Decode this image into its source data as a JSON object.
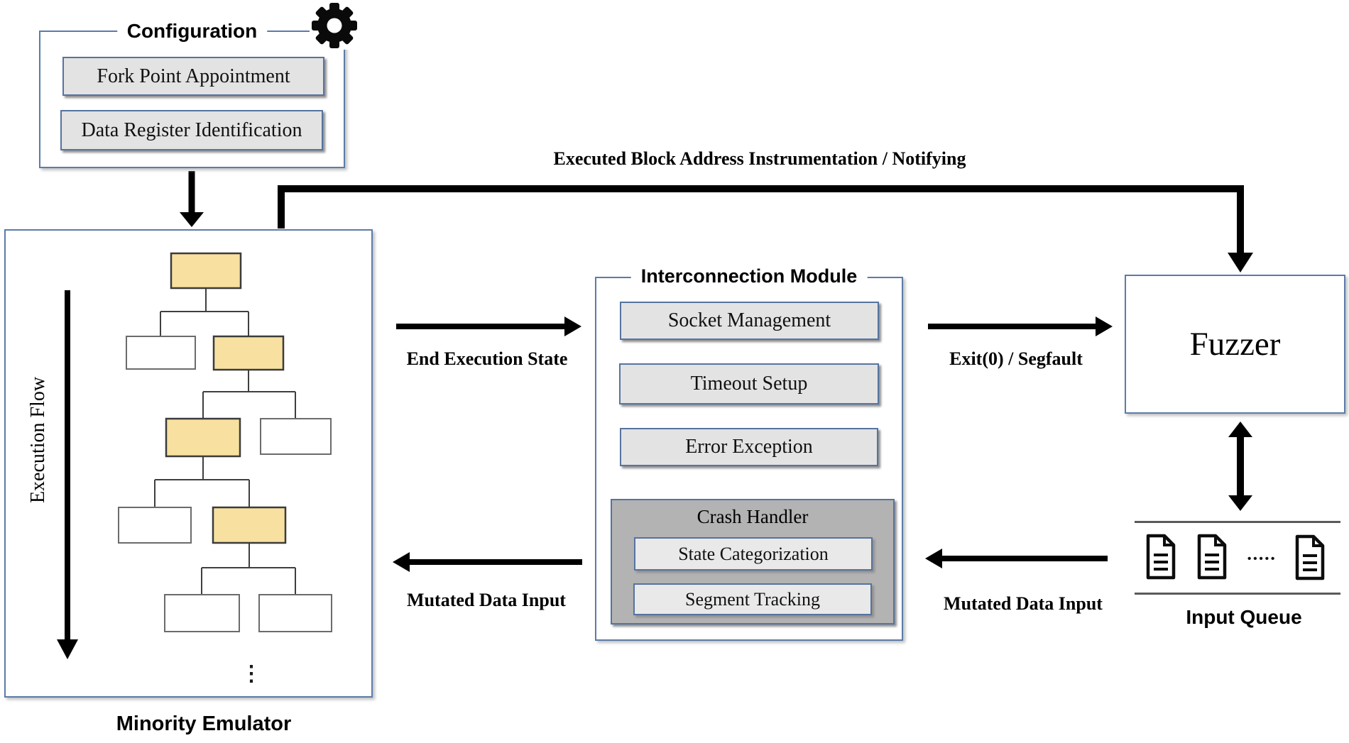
{
  "colors": {
    "accent_border": "#5b7ca9",
    "button_fill": "#e3e3e3",
    "crash_fill": "#b3b3b3",
    "node_yellow": "#f8e1a0",
    "node_border": "#3b3b3b",
    "arrow_black": "#000000"
  },
  "configuration": {
    "title": "Configuration",
    "items": [
      "Fork Point Appointment",
      "Data Register Identification"
    ]
  },
  "emulator": {
    "label": "Minority Emulator",
    "flow_label": "Execution Flow",
    "ellipsis": "⋮"
  },
  "module": {
    "title": "Interconnection Module",
    "items": [
      "Socket Management",
      "Timeout Setup",
      "Error Exception"
    ],
    "crash": {
      "title": "Crash Handler",
      "items": [
        "State Categorization",
        "Segment Tracking"
      ]
    }
  },
  "fuzzer": {
    "label": "Fuzzer"
  },
  "queue": {
    "label": "Input Queue",
    "dots": "•••••"
  },
  "arrows": {
    "notify": "Executed Block Address Instrumentation / Notifying",
    "end_state": "End Execution State",
    "exit": "Exit(0) / Segfault",
    "mutated_left": "Mutated Data Input",
    "mutated_right": "Mutated Data Input"
  }
}
